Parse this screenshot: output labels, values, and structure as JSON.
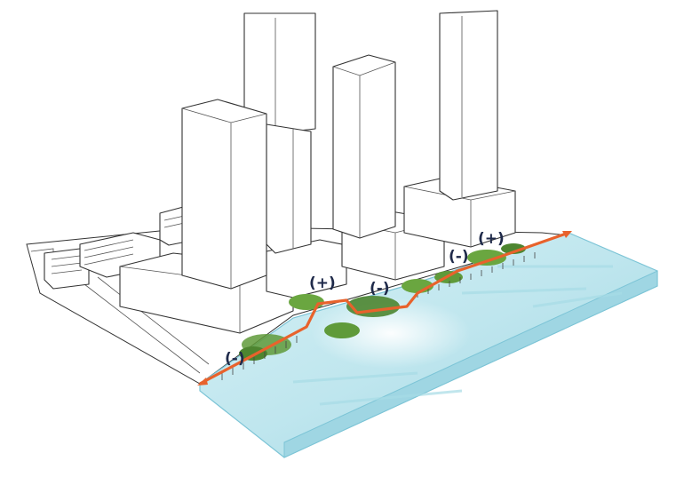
{
  "diagram": {
    "labels": [
      {
        "id": "minus-1",
        "text": "(-)"
      },
      {
        "id": "plus-1",
        "text": "(+)"
      },
      {
        "id": "minus-2",
        "text": "(-)"
      },
      {
        "id": "minus-3",
        "text": "(-)"
      },
      {
        "id": "plus-2",
        "text": "(+)"
      }
    ],
    "colors": {
      "water": "#bfe6ee",
      "water_edge": "#7cc4d6",
      "walkway": "#e8622c",
      "greenery": "#5f9a3a",
      "label": "#1f2a4a"
    }
  }
}
